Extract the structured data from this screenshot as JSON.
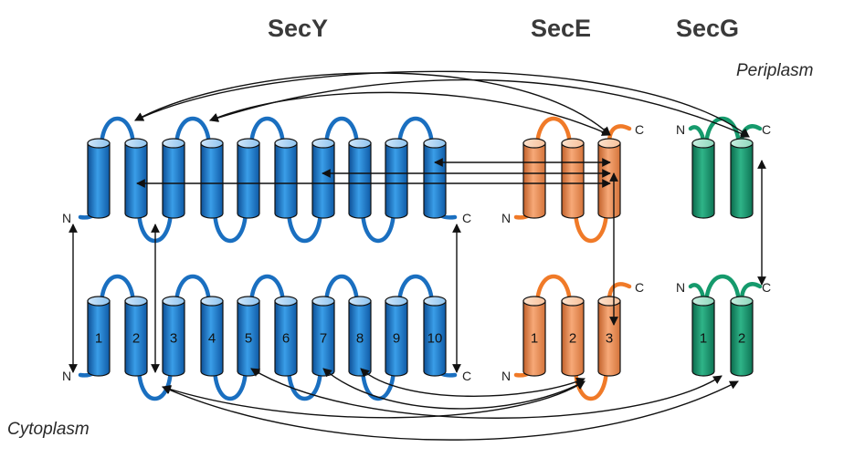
{
  "titles": {
    "secy": "SecY",
    "sece": "SecE",
    "secg": "SecG"
  },
  "regions": {
    "periplasm": "Periplasm",
    "cytoplasm": "Cytoplasm"
  },
  "termini": {
    "n": "N",
    "c": "C"
  },
  "helix_numbers": {
    "secy": [
      "1",
      "2",
      "3",
      "4",
      "5",
      "6",
      "7",
      "8",
      "9",
      "10"
    ],
    "sece": [
      "1",
      "2",
      "3"
    ],
    "secg": [
      "1",
      "2"
    ]
  },
  "colors": {
    "secy": "#1e7fd0",
    "sece": "#f28a48",
    "secg": "#1e9a74",
    "secy_loop": "#1a6fc0",
    "sece_loop": "#f07a28",
    "secg_loop": "#159a6c",
    "arrows": "#1a1a1a"
  }
}
